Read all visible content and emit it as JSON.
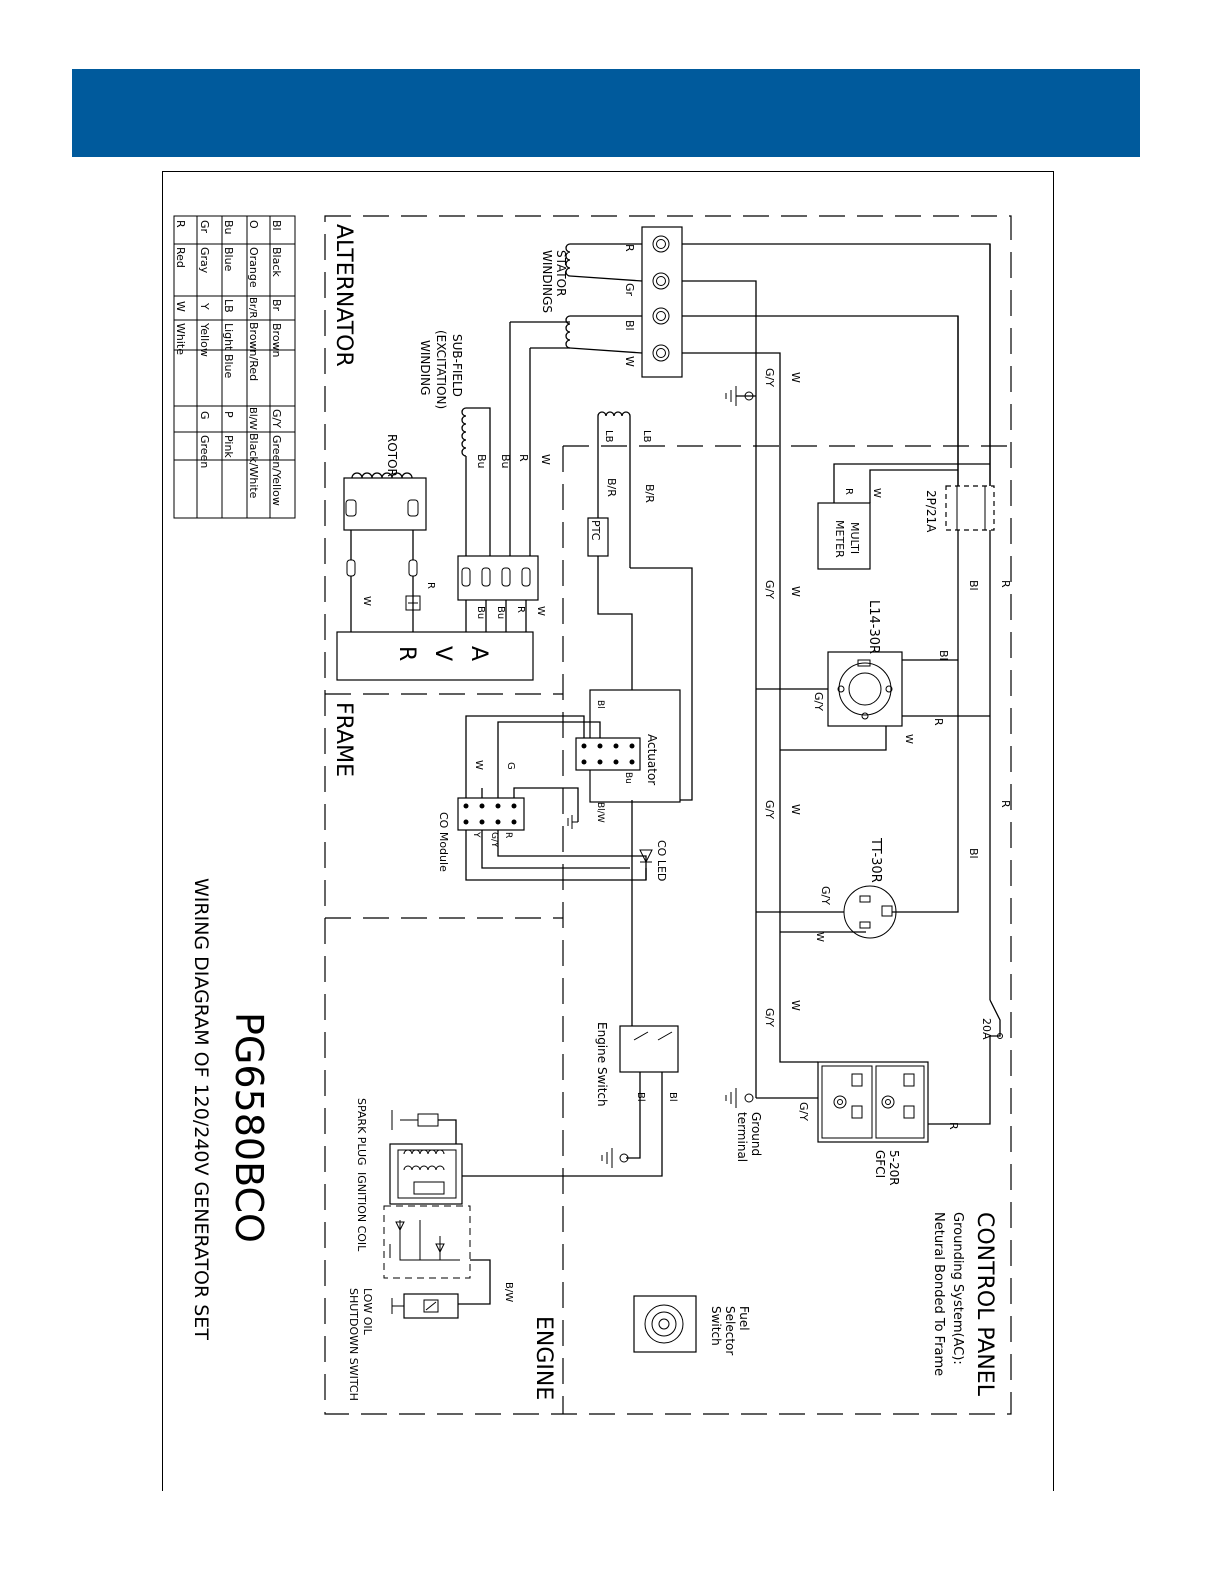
{
  "colors": {
    "banner": "#005a9c",
    "line": "#000000",
    "background": "#ffffff"
  },
  "title": {
    "model": "PG6580BCO",
    "subtitle": "WIRING DIAGRAM OF 120/240V GENERATOR SET"
  },
  "legend": {
    "rows": [
      {
        "code1": "Bl",
        "name1": "Black",
        "code2": "Br",
        "name2": "Brown",
        "code3": "G/Y",
        "name3": "Green/Yellow"
      },
      {
        "code1": "O",
        "name1": "Orange",
        "code2": "Br/R",
        "name2": "Brown/Red",
        "code3": "Bl/W",
        "name3": "Black/White"
      },
      {
        "code1": "Bu",
        "name1": "Blue",
        "code2": "LB",
        "name2": "Light Blue",
        "code3": "P",
        "name3": "Pink"
      },
      {
        "code1": "Gr",
        "name1": "Gray",
        "code2": "Y",
        "name2": "Yellow",
        "code3": "G",
        "name3": "Green"
      },
      {
        "code1": "R",
        "name1": "Red",
        "code2": "W",
        "name2": "White",
        "code3": "",
        "name3": ""
      }
    ]
  },
  "sections": {
    "alternator": "ALTERNATOR",
    "frame": "FRAME",
    "engine": "ENGINE",
    "control_panel": "CONTROL PANEL",
    "grounding_line1": "Grounding System(AC):",
    "grounding_line2": "Netural Bonded To Frame"
  },
  "components": {
    "stator": [
      "STATOR",
      "WINDINGS"
    ],
    "subfield": [
      "SUB-FIELD",
      "(EXCITATION)",
      "WINDING"
    ],
    "rotor": "ROTOR",
    "avr": [
      "A",
      "V",
      "R"
    ],
    "breaker_2p": "2P/21A",
    "multimeter": [
      "MULTI",
      "METER"
    ],
    "l14": "L14-30R",
    "tt30": "TT-30R",
    "breaker_20a": "20A",
    "gfci": [
      "5-20R",
      "GFCI"
    ],
    "ground_terminal": [
      "Ground",
      "terminal"
    ],
    "actuator": "Actuator",
    "co_module": "CO Module",
    "co_led": "CO LED",
    "engine_switch": "Engine Switch",
    "fuel_selector": [
      "Fuel",
      "Selector",
      "Switch"
    ],
    "spark_plug": "SPARK PLUG",
    "ignition_coil": "IGNITION COIL",
    "low_oil": [
      "LOW OIL",
      "SHUTDOWN SWITCH"
    ],
    "ptc": "PTC"
  },
  "wire_labels": {
    "r": "R",
    "gr": "Gr",
    "bl": "Bl",
    "w": "W",
    "gy": "G/Y",
    "bu": "Bu",
    "lb": "LB",
    "br": "B/R",
    "bw": "B/W",
    "blw": "Bl/W",
    "g": "G",
    "y": "Y"
  }
}
